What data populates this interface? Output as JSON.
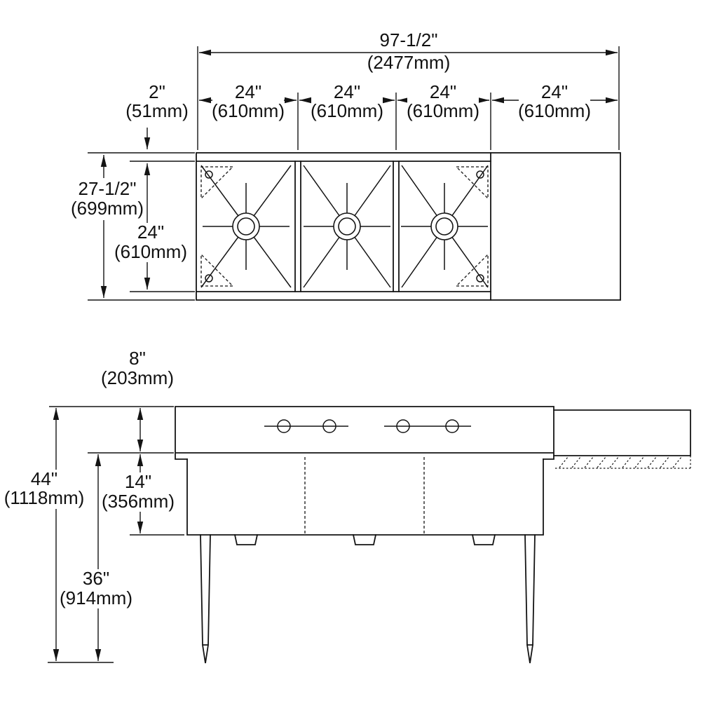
{
  "top_view": {
    "overall_width": {
      "in": "97-1/2\"",
      "mm": "(2477mm)"
    },
    "backsplash_ledge": {
      "in": "2\"",
      "mm": "(51mm)"
    },
    "compartments": [
      {
        "in": "24\"",
        "mm": "(610mm)"
      },
      {
        "in": "24\"",
        "mm": "(610mm)"
      },
      {
        "in": "24\"",
        "mm": "(610mm)"
      },
      {
        "in": "24\"",
        "mm": "(610mm)"
      }
    ],
    "overall_depth": {
      "in": "27-1/2\"",
      "mm": "(699mm)"
    },
    "compartment_depth": {
      "in": "24\"",
      "mm": "(610mm)"
    }
  },
  "front_view": {
    "backsplash_height": {
      "in": "8\"",
      "mm": "(203mm)"
    },
    "overall_height": {
      "in": "44\"",
      "mm": "(1118mm)"
    },
    "compartment_height": {
      "in": "14\"",
      "mm": "(356mm)"
    },
    "floor_to_top": {
      "in": "36\"",
      "mm": "(914mm)"
    }
  }
}
